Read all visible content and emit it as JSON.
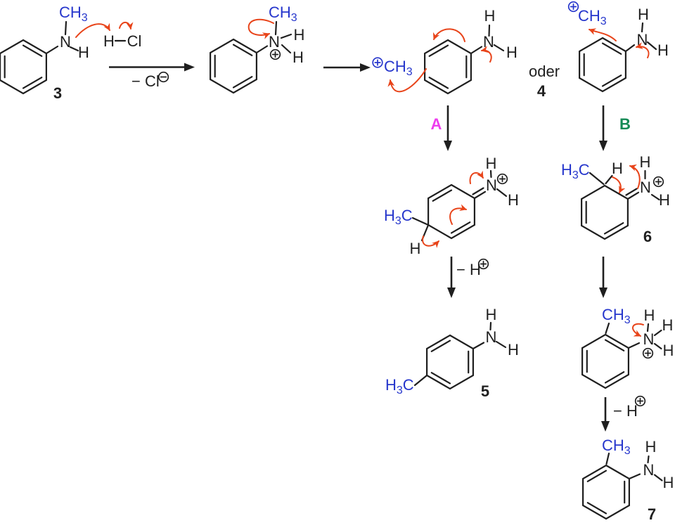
{
  "colors": {
    "bond_black": "#1f1f1f",
    "heteroatom_blue": "#2636cc",
    "electron_arrow_red": "#e8441a",
    "path_a_magenta": "#ee3cee",
    "path_b_green": "#148a55"
  },
  "atoms": {
    "n": "N",
    "h": "H",
    "cl": "Cl",
    "ch": "CH",
    "c": "C",
    "sub3": "3"
  },
  "labels": {
    "oder": "oder",
    "minus_cl": "− Cl",
    "minus_h": "− H",
    "path_a": "A",
    "path_b": "B"
  },
  "compounds": {
    "c3": "3",
    "c4": "4",
    "c5": "5",
    "c6": "6",
    "c7": "7"
  },
  "icons": {
    "plus_charge": "circled-plus",
    "minus_charge": "circled-minus",
    "reaction_arrow": "solid-arrowhead",
    "electron_arrow": "curved-red-arrow"
  }
}
